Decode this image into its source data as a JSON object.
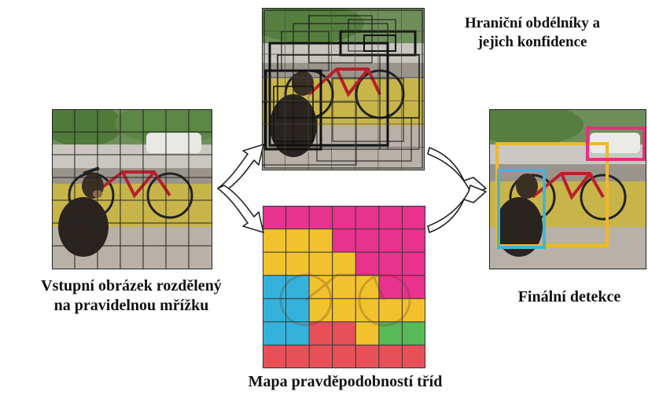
{
  "labels": {
    "input_line1": "Vstupní obrázek rozdělený",
    "input_line2": "na pravidelnou mřížku",
    "boxes_line1": "Hraniční obdélníky a",
    "boxes_line2": "jejich konfidence",
    "classmap": "Mapa pravděpodobností tříd",
    "final": "Finální detekce"
  },
  "grid": {
    "rows": 7,
    "cols": 7
  },
  "class_map": [
    [
      "magenta",
      "magenta",
      "magenta",
      "magenta",
      "magenta",
      "magenta",
      "magenta"
    ],
    [
      "yellow",
      "yellow",
      "yellow",
      "magenta",
      "magenta",
      "magenta",
      "magenta"
    ],
    [
      "yellow",
      "yellow",
      "yellow",
      "yellow",
      "magenta",
      "magenta",
      "magenta"
    ],
    [
      "cyan",
      "cyan",
      "yellow",
      "yellow",
      "yellow",
      "magenta",
      "magenta"
    ],
    [
      "cyan",
      "cyan",
      "yellow",
      "yellow",
      "yellow",
      "yellow",
      "yellow"
    ],
    [
      "cyan",
      "cyan",
      "red",
      "red",
      "yellow",
      "green",
      "green"
    ],
    [
      "red",
      "red",
      "red",
      "red",
      "red",
      "red",
      "red"
    ]
  ],
  "colors": {
    "magenta": "#e7328e",
    "yellow": "#f2c22e",
    "cyan": "#35b2dc",
    "red": "#e85058",
    "green": "#57b957",
    "bike_box": "#f0b72a",
    "dog_box": "#41b5da",
    "car_box": "#e0327d"
  },
  "icons": [
    "split-arrow-icon",
    "merge-arrow-icon"
  ]
}
